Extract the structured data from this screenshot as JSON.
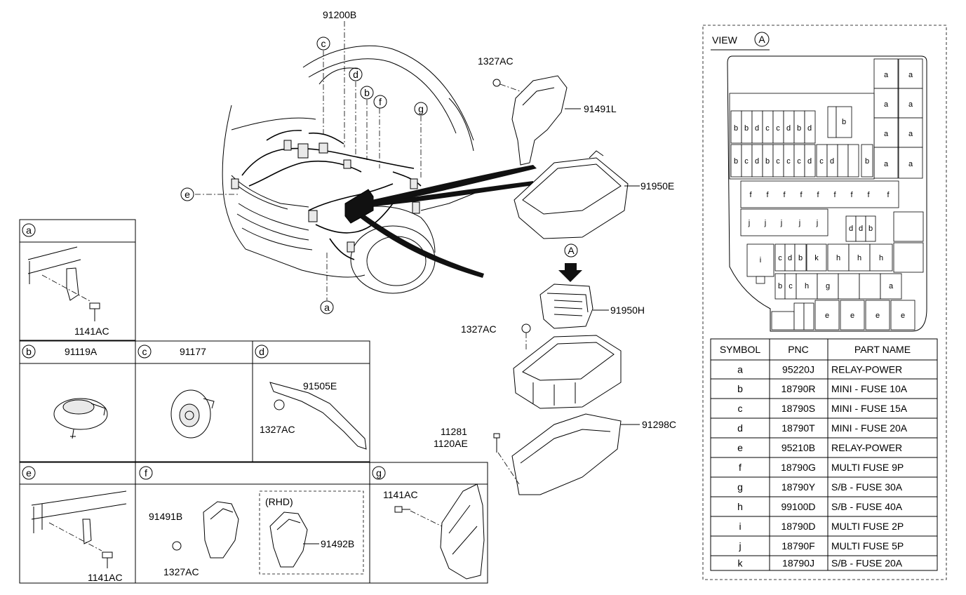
{
  "main": {
    "harness_label": "91200B",
    "callouts": [
      "c",
      "d",
      "b",
      "f",
      "g",
      "e",
      "a"
    ],
    "top_labels": {
      "nut_top": "1327AC",
      "cover_bracket": "91491L",
      "box_cover": "91950E",
      "view_marker": "A",
      "relay_box": "91950H",
      "nut_mid": "1327AC",
      "bolt_a": "11281",
      "bolt_b": "1120AE",
      "lower_cover": "91298C"
    }
  },
  "detail_panels": {
    "a": {
      "letter": "a",
      "part": "1141AC"
    },
    "b": {
      "letter": "b",
      "title": "91119A"
    },
    "c": {
      "letter": "c",
      "title": "91177"
    },
    "d": {
      "letter": "d",
      "part": "91505E",
      "nut": "1327AC"
    },
    "e": {
      "letter": "e",
      "part": "1141AC"
    },
    "f": {
      "letter": "f",
      "part1": "91491B",
      "nut": "1327AC",
      "rhd": "(RHD)",
      "part2": "91492B"
    },
    "g": {
      "letter": "g",
      "part": "1141AC"
    }
  },
  "view": {
    "title_prefix": "VIEW",
    "title_marker": "A",
    "fuse_labels": {
      "relays_top": [
        "a",
        "a",
        "a",
        "a",
        "a",
        "a",
        "a",
        "a"
      ],
      "row1": [
        "b",
        "b",
        "d",
        "c",
        "c",
        "d",
        "b",
        "d"
      ],
      "row1_right": "b",
      "row2": [
        "b",
        "c",
        "d",
        "b",
        "c",
        "c",
        "c",
        "d",
        "c",
        "d"
      ],
      "row2_right": "b",
      "row3": [
        "f",
        "f",
        "f",
        "f",
        "f",
        "f",
        "f",
        "f",
        "f"
      ],
      "row4": [
        "j",
        "j",
        "j",
        "j",
        "j"
      ],
      "row4_mini": [
        "d",
        "d",
        "b"
      ],
      "row5_big": "i",
      "row5": [
        "c",
        "d",
        "b",
        "k",
        "h",
        "h",
        "h"
      ],
      "row6": [
        "b",
        "c",
        "h",
        "g",
        "a"
      ],
      "row7": [
        "e",
        "e",
        "e",
        "e"
      ]
    }
  },
  "table": {
    "headers": [
      "SYMBOL",
      "PNC",
      "PART NAME"
    ],
    "rows": [
      [
        "a",
        "95220J",
        "RELAY-POWER"
      ],
      [
        "b",
        "18790R",
        "MINI - FUSE 10A"
      ],
      [
        "c",
        "18790S",
        "MINI - FUSE 15A"
      ],
      [
        "d",
        "18790T",
        "MINI - FUSE 20A"
      ],
      [
        "e",
        "95210B",
        "RELAY-POWER"
      ],
      [
        "f",
        "18790G",
        "MULTI FUSE 9P"
      ],
      [
        "g",
        "18790Y",
        "S/B - FUSE 30A"
      ],
      [
        "h",
        "99100D",
        "S/B - FUSE 40A"
      ],
      [
        "i",
        "18790D",
        "MULTI FUSE 2P"
      ],
      [
        "j",
        "18790F",
        "MULTI FUSE 5P"
      ],
      [
        "k",
        "18790J",
        "S/B - FUSE 20A"
      ]
    ]
  }
}
